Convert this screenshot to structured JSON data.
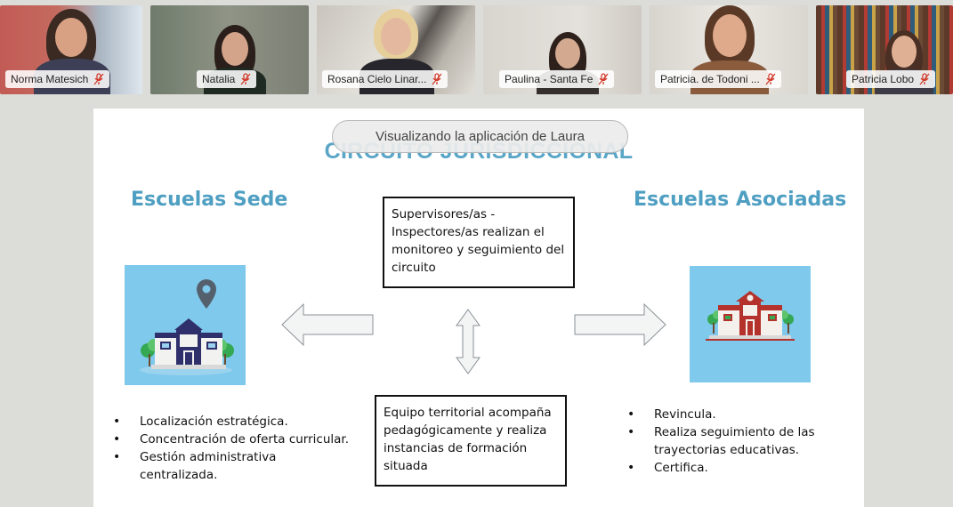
{
  "participants": [
    {
      "name": "Norma Matesich",
      "muted": true
    },
    {
      "name": "Natalia",
      "muted": true
    },
    {
      "name": "Rosana Cielo Linar...",
      "muted": true
    },
    {
      "name": "Paulina - Santa Fe",
      "muted": true
    },
    {
      "name": "Patricia. de Todoni ...",
      "muted": true
    },
    {
      "name": "Patricia Lobo",
      "muted": true
    }
  ],
  "screen_share": {
    "label": "Visualizando la aplicación de Laura"
  },
  "slide": {
    "title": "CIRCUITO JURISDICCIONAL",
    "left_title": "Escuelas Sede",
    "right_title": "Escuelas Asociadas",
    "top_box": "Supervisores/as - Inspectores/as realizan el monitoreo y seguimiento del circuito",
    "bottom_box": "Equipo territorial acompaña pedagógicamente y realiza instancias de formación situada",
    "left_bullets": [
      "Localización estratégica.",
      "Concentración de oferta curricular.",
      "Gestión administrativa centralizada."
    ],
    "right_bullets": [
      "Revincula.",
      "Realiza seguimiento de las trayectorias educativas.",
      "Certifica."
    ]
  },
  "icons": {
    "left_image": "school-with-location-pin-icon",
    "right_image": "red-school-building-icon",
    "mic": "mic-off-icon"
  },
  "colors": {
    "title": "#5ba6c7",
    "image_bg": "#7fc9ec",
    "muted_mic": "#d23a2a"
  }
}
